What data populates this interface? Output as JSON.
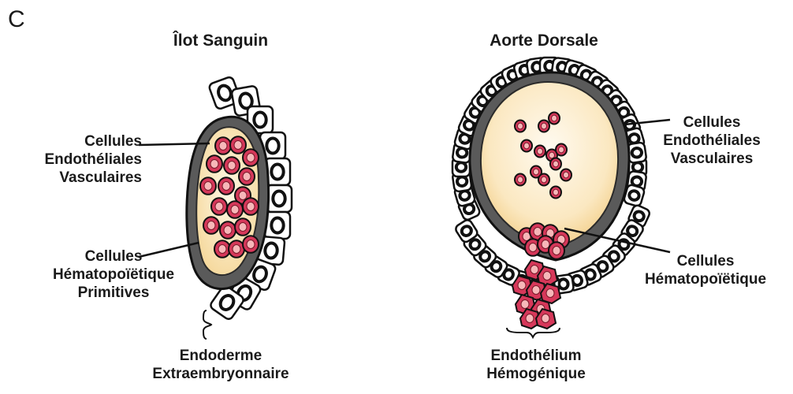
{
  "panel_letter": "C",
  "left": {
    "title": "Îlot Sanguin",
    "label_endothelial": [
      "Cellules",
      "Endothéliales",
      "Vasculaires"
    ],
    "label_hematopoietic": [
      "Cellules",
      "Hématopoïëtique",
      "Primitives"
    ],
    "label_endoderm": [
      "Endoderme",
      "Extraembryonnaire"
    ]
  },
  "right": {
    "title": "Aorte Dorsale",
    "label_endothelial": [
      "Cellules",
      "Endothéliales",
      "Vasculaires"
    ],
    "label_hematopoietic": [
      "Cellules",
      "Hématopoïëtique"
    ],
    "label_hemogenic": [
      "Endothélium",
      "Hémogénique"
    ]
  },
  "colors": {
    "lumen_light": "#fdf3d9",
    "lumen_mid": "#f7dca4",
    "endothelium": "#5a5a5a",
    "blood_cell": "#d6385a",
    "blood_core": "#f7b7b9",
    "outline": "#111111"
  }
}
